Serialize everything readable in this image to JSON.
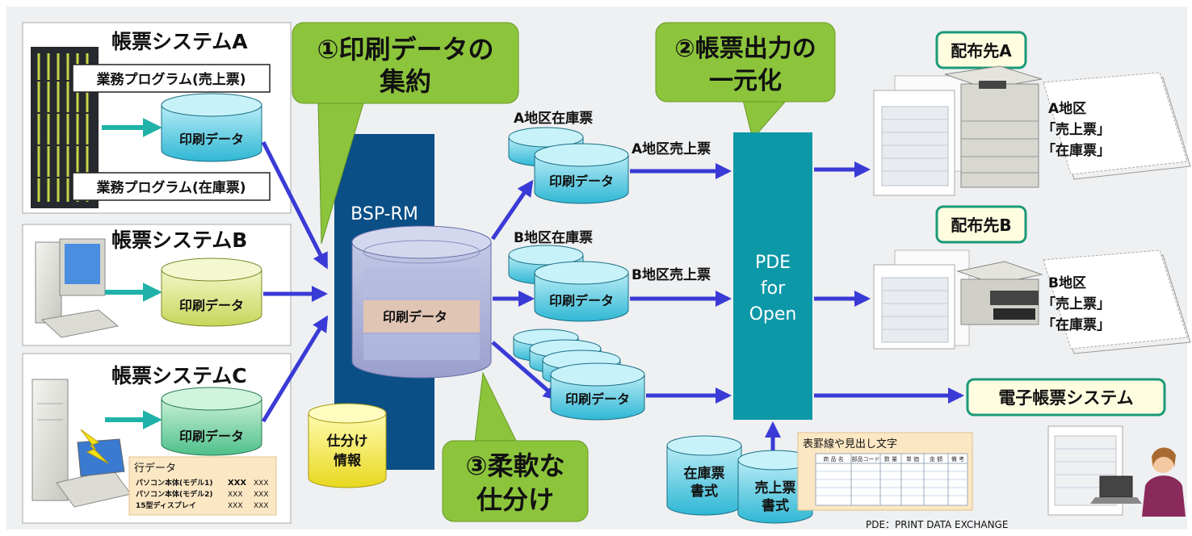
{
  "systems": {
    "a": {
      "title": "帳票システムA",
      "program_sales": "業務プログラム(売上票)",
      "program_stock": "業務プログラム(在庫票)",
      "db_label": "印刷データ"
    },
    "b": {
      "title": "帳票システムB",
      "db_label": "印刷データ"
    },
    "c": {
      "title": "帳票システムC",
      "db_label": "印刷データ",
      "row_data": {
        "title": "行データ",
        "rows": [
          {
            "name": "パソコン本体(モデル1)",
            "col1": "XXX",
            "col2": "XXX"
          },
          {
            "name": "パソコン本体(モデル2)",
            "col1": "XXX",
            "col2": "XXX"
          },
          {
            "name": "15型ディスプレイ",
            "col1": "XXX",
            "col2": "XXX"
          }
        ]
      }
    }
  },
  "callouts": {
    "c1_line1": "①印刷データの",
    "c1_line2": "集約",
    "c2_line1": "②帳票出力の",
    "c2_line2": "一元化",
    "c3_line1": "③柔軟な",
    "c3_line2": "仕分け"
  },
  "bsp": {
    "title": "BSP-RM",
    "db_label": "印刷データ",
    "sort_info_line1": "仕分け",
    "sort_info_line2": "情報"
  },
  "split": {
    "a_stock": "A地区在庫票",
    "a_sales": "A地区売上票",
    "a_db": "印刷データ",
    "b_stock": "B地区在庫票",
    "b_sales": "B地区売上票",
    "b_db": "印刷データ",
    "c_db": "印刷データ"
  },
  "pde": {
    "line1": "PDE",
    "line2": "for",
    "line3": "Open",
    "footnote": "PDE：PRINT DATA EXCHANGE"
  },
  "forms": {
    "stock_line1": "在庫票",
    "stock_line2": "書式",
    "sales_line1": "売上票",
    "sales_line2": "書式",
    "template_title": "表罫線や見出し文字",
    "template_headers": [
      "商 品 名",
      "部品コード",
      "数 量",
      "単 価",
      "金 額",
      "備 考"
    ]
  },
  "destinations": {
    "a": {
      "label": "配布先A",
      "doc_line1": "A地区",
      "doc_line2": "「売上票」",
      "doc_line3": "「在庫票」"
    },
    "b": {
      "label": "配布先B",
      "doc_line1": "B地区",
      "doc_line2": "「売上票」",
      "doc_line3": "「在庫票」"
    },
    "e": {
      "label": "電子帳票システム"
    }
  },
  "colors": {
    "background": "#eef0f2",
    "bsp_panel": "#0a4f86",
    "pde_panel": "#0d98a8",
    "callout": "#8cc43c",
    "arrow": "#3a3ad6",
    "teal_arrow": "#20b2a8",
    "label_border": "#1a9a78"
  }
}
